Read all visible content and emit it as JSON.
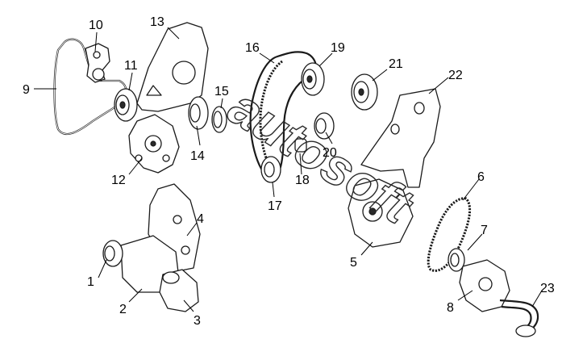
{
  "watermark": "autosoft",
  "callouts": [
    {
      "id": "1",
      "label": "1"
    },
    {
      "id": "2",
      "label": "2"
    },
    {
      "id": "3",
      "label": "3"
    },
    {
      "id": "4",
      "label": "4"
    },
    {
      "id": "5",
      "label": "5"
    },
    {
      "id": "6",
      "label": "6"
    },
    {
      "id": "7",
      "label": "7"
    },
    {
      "id": "8",
      "label": "8"
    },
    {
      "id": "9",
      "label": "9"
    },
    {
      "id": "10",
      "label": "10"
    },
    {
      "id": "11",
      "label": "11"
    },
    {
      "id": "12",
      "label": "12"
    },
    {
      "id": "13",
      "label": "13"
    },
    {
      "id": "14",
      "label": "14"
    },
    {
      "id": "15",
      "label": "15"
    },
    {
      "id": "16",
      "label": "16"
    },
    {
      "id": "17",
      "label": "17"
    },
    {
      "id": "18",
      "label": "18"
    },
    {
      "id": "19",
      "label": "19"
    },
    {
      "id": "20",
      "label": "20"
    },
    {
      "id": "21",
      "label": "21"
    },
    {
      "id": "22",
      "label": "22"
    },
    {
      "id": "23",
      "label": "23"
    }
  ]
}
